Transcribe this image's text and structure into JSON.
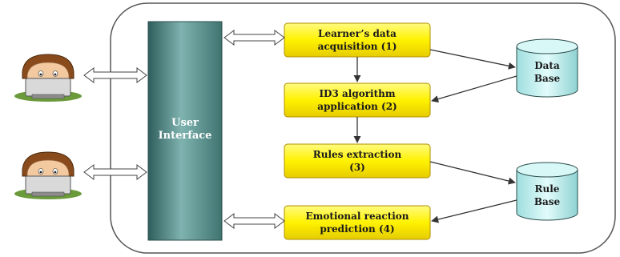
{
  "user_interface": {
    "line1": "User",
    "line2": "Interface"
  },
  "steps": [
    {
      "line1": "Learner’s data",
      "line2": "acquisition (1)"
    },
    {
      "line1": "ID3 algorithm",
      "line2": "application (2)"
    },
    {
      "line1": "Rules extraction",
      "line2": "(3)"
    },
    {
      "line1": "Emotional reaction",
      "line2": "prediction (4)"
    }
  ],
  "databases": [
    {
      "line1": "Data",
      "line2": "Base"
    },
    {
      "line1": "Rule",
      "line2": "Base"
    }
  ],
  "users": [
    {
      "icon": "learner-at-computer"
    },
    {
      "icon": "learner-at-computer"
    }
  ],
  "colors": {
    "step_fill": "#fff200",
    "ui_panel": "#4f8a88",
    "db_fill": "#c4f0f0",
    "frame": "#555555"
  }
}
